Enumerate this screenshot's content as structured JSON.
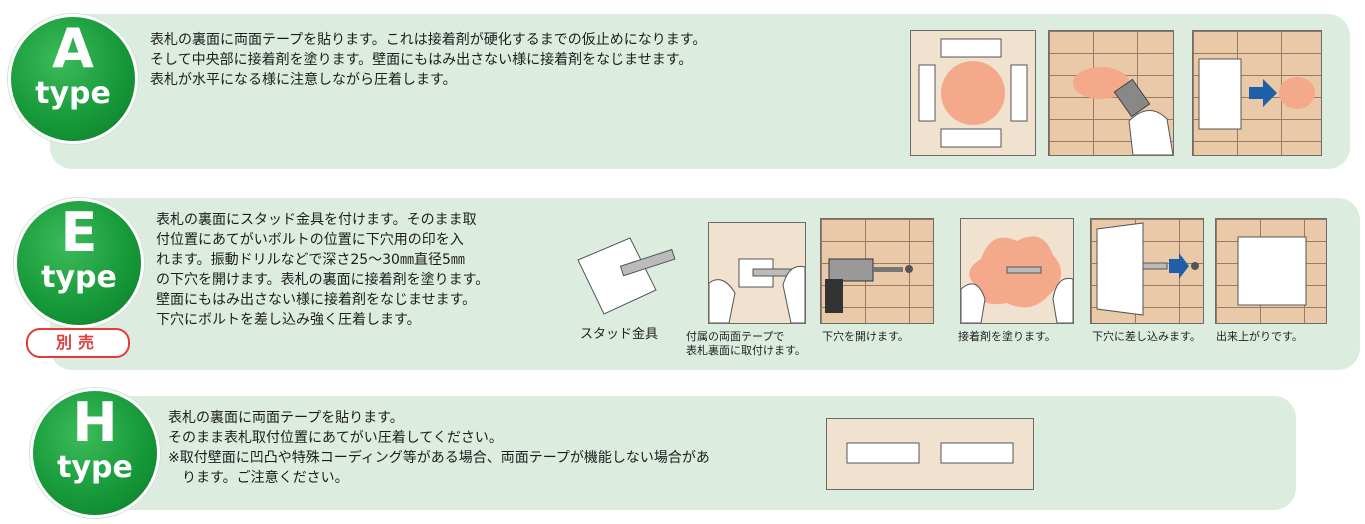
{
  "types": {
    "a": {
      "letter": "A",
      "type_label": "type",
      "description": "表札の裏面に両面テープを貼ります。これは接着剤が硬化するまでの仮止めになります。\nそして中央部に接着剤を塗ります。壁面にもはみ出さない様に接着剤をなじませます。\n表札が水平になる様に注意しながら圧着します。"
    },
    "e": {
      "letter": "E",
      "type_label": "type",
      "badge_note": "別売",
      "description": "表札の裏面にスタッド金具を付けます。そのまま取\n付位置にあてがいボルトの位置に下穴用の印を入\nれます。振動ドリルなどで深さ25～30㎜直径5㎜\nの下穴を開けます。表札の裏面に接着剤を塗ります。\n壁面にもはみ出さない様に接着剤をなじませます。\n下穴にボルトを差し込み強く圧着します。",
      "captions": {
        "stud": "スタッド金具",
        "attach": "付属の両面テープで\n表札裏面に取付けます。",
        "drill": "下穴を開けます。",
        "glue": "接着剤を塗ります。",
        "insert": "下穴に差し込みます。",
        "done": "出来上がりです。"
      }
    },
    "h": {
      "letter": "H",
      "type_label": "type",
      "description": "表札の裏面に両面テープを貼ります。\nそのまま表札取付位置にあてがい圧着してください。\n※取付壁面に凹凸や特殊コーディング等がある場合、両面テープが機能しない場合があ\n　ります。ご注意ください。"
    }
  },
  "colors": {
    "panel": "#dcede0",
    "badge_green": "#179a3a",
    "sold_red": "#e23b3b",
    "glue": "#f4a98a",
    "brick": "#e9c9a8"
  }
}
